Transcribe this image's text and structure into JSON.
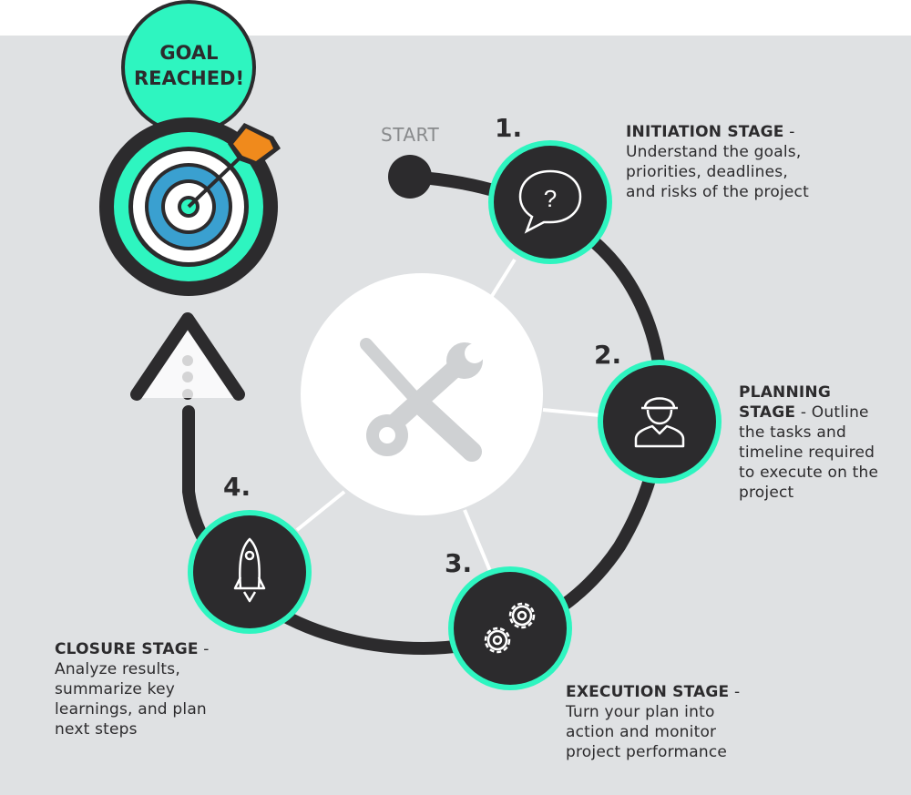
{
  "goal": {
    "line1": "GOAL",
    "line2": "REACHED!"
  },
  "start_label": "START",
  "stages": [
    {
      "number": "1.",
      "title": "INITIATION STAGE",
      "sep": " - ",
      "description": "Understand the goals, priorities, deadlines, and risks of the project",
      "icon": "question-bubble-icon"
    },
    {
      "number": "2.",
      "title": "PLANNING STAGE",
      "sep": " - ",
      "description": "Outline the tasks and timeline required to execute on the project",
      "icon": "worker-hardhat-icon"
    },
    {
      "number": "3.",
      "title": "EXECUTION STAGE",
      "sep": " - ",
      "description": "Turn your plan into action and monitor project performance",
      "icon": "gears-icon"
    },
    {
      "number": "4.",
      "title": "CLOSURE STAGE",
      "sep": " - ",
      "description": "Analyze results, summarize key learnings, and plan next steps",
      "icon": "rocket-icon"
    }
  ],
  "center_icon": "wrench-screwdriver-icon",
  "colors": {
    "dark": "#2c2b2d",
    "accent": "#2ef5c0",
    "background": "#dfe1e3",
    "target_blue": "#3aa0d0",
    "arrow_orange": "#f08a1c"
  }
}
